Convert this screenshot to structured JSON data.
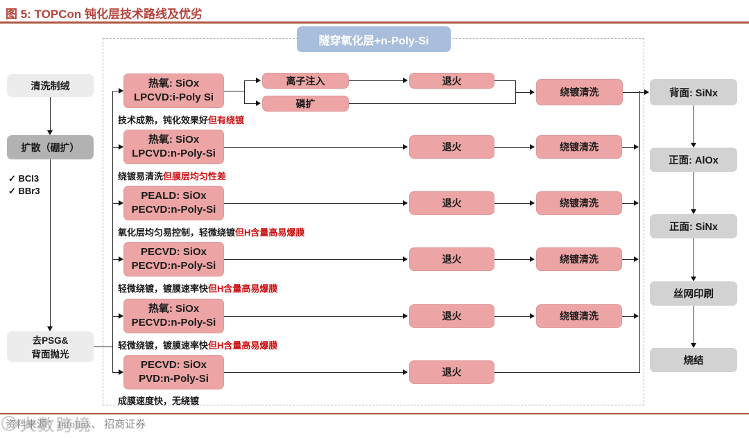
{
  "title": {
    "label": "图 5: TOPCon 钝化层技术路线及优劣"
  },
  "header": {
    "label": "隧穿氧化层+n-Poly-Si"
  },
  "left_flow": {
    "step1": "清洗制绒",
    "step2": "扩散（硼扩）",
    "checklist": [
      {
        "mark": "✓",
        "label": "BCl3"
      },
      {
        "mark": "✓",
        "label": "BBr3"
      }
    ],
    "step3_line1": "去PSG&",
    "step3_line2": "背面抛光"
  },
  "rows": [
    {
      "box_line1": "热氧: SiOx",
      "box_line2": "LPCVD:i-Poly Si",
      "branch1": "离子注入",
      "branch2": "磷扩",
      "anneal": "退火",
      "clean": "绕镀清洗",
      "note_black": "技术成熟，钝化效果好",
      "note_red": "但有绕镀"
    },
    {
      "box_line1": "热氧: SiOx",
      "box_line2": "LPCVD:n-Poly-Si",
      "anneal": "退火",
      "clean": "绕镀清洗",
      "note_black": "绕镀易清洗",
      "note_red": "但膜层均匀性差"
    },
    {
      "box_line1": "PEALD: SiOx",
      "box_line2": "PECVD:n-Poly-Si",
      "anneal": "退火",
      "clean": "绕镀清洗",
      "note_black": "氧化层均匀易控制，轻微绕镀",
      "note_red": "但H含量高易爆膜"
    },
    {
      "box_line1": "PECVD: SiOx",
      "box_line2": "PECVD:n-Poly-Si",
      "anneal": "退火",
      "clean": "绕镀清洗",
      "note_black": "轻微绕镀，镀膜速率快",
      "note_red": "但H含量高易爆膜"
    },
    {
      "box_line1": "热氧: SiOx",
      "box_line2": "PECVD:n-Poly-Si",
      "anneal": "退火",
      "clean": "绕镀清洗",
      "note_black": "轻微绕镀，镀膜速率快",
      "note_red": "但H含量高易爆膜"
    },
    {
      "box_line1": "PECVD: SiOx",
      "box_line2": "PVD:n-Poly-Si",
      "anneal": "退火",
      "note_black": "成膜速度快，无绕镀",
      "note_red": ""
    }
  ],
  "right_flow": {
    "step1": "背面: SiNx",
    "step2": "正面: AlOx",
    "step3": "正面: SiNx",
    "step4": "丝网印刷",
    "step5": "烧结"
  },
  "footer": {
    "source": "资料来源：Infolink、 招商证券",
    "watermark": "大数跨境"
  },
  "colors": {
    "title_red": "#b5443c",
    "node_pink": "#eca4a4",
    "header_blue": "#a9bedc",
    "node_gray": "#d2d2d2",
    "note_red": "#cc1111"
  }
}
